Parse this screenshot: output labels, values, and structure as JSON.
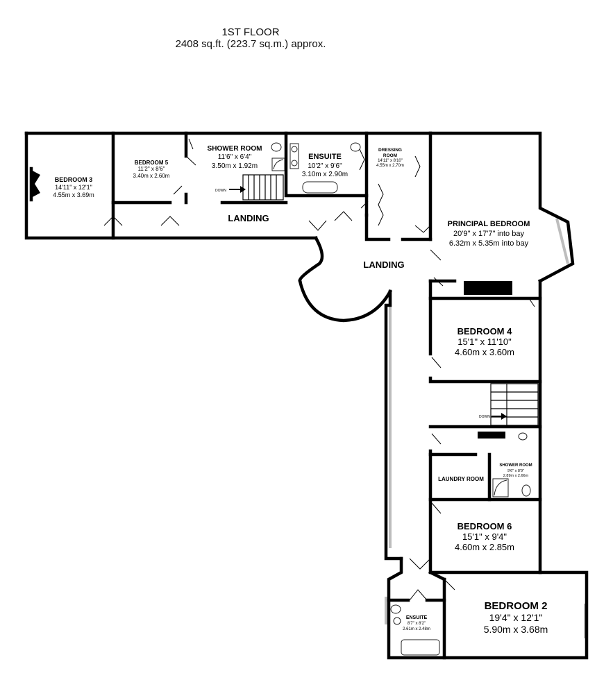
{
  "header": {
    "floor": "1ST FLOOR",
    "area": "2408 sq.ft. (223.7 sq.m.) approx."
  },
  "rooms": {
    "bedroom3": {
      "name": "BEDROOM 3",
      "imperial": "14'11\"  x 12'1\"",
      "metric": "4.55m  x 3.69m"
    },
    "bedroom5": {
      "name": "BEDROOM 5",
      "imperial": "11'2\"  x 8'6\"",
      "metric": "3.40m  x 2.60m"
    },
    "shower_room_1": {
      "name": "SHOWER ROOM",
      "imperial": "11'6\"  x 6'4\"",
      "metric": "3.50m  x 1.92m"
    },
    "ensuite_1": {
      "name": "ENSUITE",
      "imperial": "10'2\"  x 9'6\"",
      "metric": "3.10m  x 2.90m"
    },
    "dressing": {
      "name_line1": "DRESSING",
      "name_line2": "ROOM",
      "imperial": "14'11\"  x 8'10\"",
      "metric": "4.55m  x 2.70m"
    },
    "principal": {
      "name": "PRINCIPAL BEDROOM",
      "imperial": "20'9\"  x 17'7\" into bay",
      "metric": "6.32m  x 5.35m into bay"
    },
    "landing_1": {
      "name": "LANDING"
    },
    "landing_2": {
      "name": "LANDING"
    },
    "bedroom4": {
      "name": "BEDROOM 4",
      "imperial": "15'1\"  x 11'10\"",
      "metric": "4.60m  x 3.60m"
    },
    "laundry": {
      "name": "LAUNDRY ROOM"
    },
    "shower_room_2": {
      "name": "SHOWER ROOM",
      "imperial": "9'6\"  x 8'9\"",
      "metric": "2.89m  x 2.66m"
    },
    "bedroom6": {
      "name": "BEDROOM 6",
      "imperial": "15'1\"  x 9'4\"",
      "metric": "4.60m  x 2.85m"
    },
    "ensuite_2": {
      "name": "ENSUITE",
      "imperial": "8'7\"  x 8'2\"",
      "metric": "2.61m  x 2.48m"
    },
    "bedroom2": {
      "name": "BEDROOM 2",
      "imperial": "19'4\"  x 12'1\"",
      "metric": "5.90m  x 3.68m"
    }
  },
  "stairs": {
    "down_label": "DOWN"
  }
}
